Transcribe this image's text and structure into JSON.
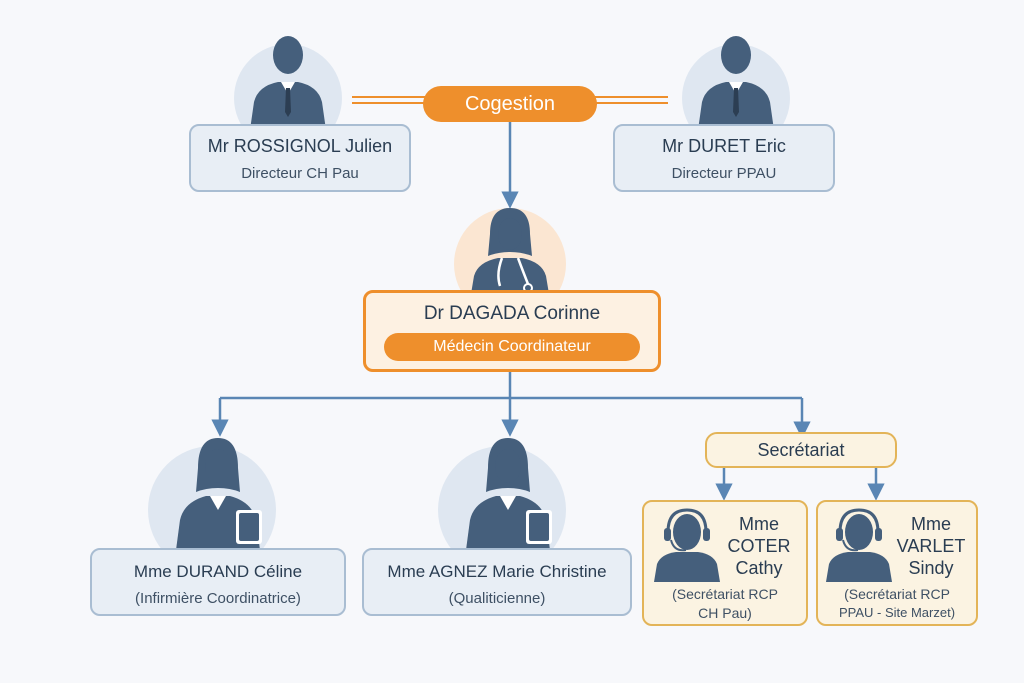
{
  "top_left": {
    "name": "Mr ROSSIGNOL Julien",
    "role": "Directeur CH Pau"
  },
  "top_right": {
    "name": "Mr DURET Eric",
    "role": "Directeur PPAU"
  },
  "cogestion": {
    "label": "Cogestion"
  },
  "center": {
    "name": "Dr DAGADA Corinne",
    "role": "Médecin Coordinateur"
  },
  "secretariat": {
    "label": "Secrétariat"
  },
  "staff": [
    {
      "name": "Mme DURAND Céline",
      "role": "(Infirmière Coordinatrice)"
    },
    {
      "name": "Mme AGNEZ Marie Christine",
      "role": "(Qualiticienne)"
    }
  ],
  "secretaries": [
    {
      "name_line1": "Mme",
      "name_line2": "COTER",
      "name_line3": "Cathy",
      "role_line1": "(Secrétariat RCP",
      "role_line2": "CH Pau)"
    },
    {
      "name_line1": "Mme",
      "name_line2": "VARLET",
      "name_line3": "Sindy",
      "role_line1": "(Secrétariat RCP",
      "role_line2": "PPAU - Site Marzet)"
    }
  ],
  "colors": {
    "navy": "#455f7c",
    "orange": "#ee8f2c",
    "connector": "#5a86b4",
    "gold_border": "#e3b458"
  }
}
